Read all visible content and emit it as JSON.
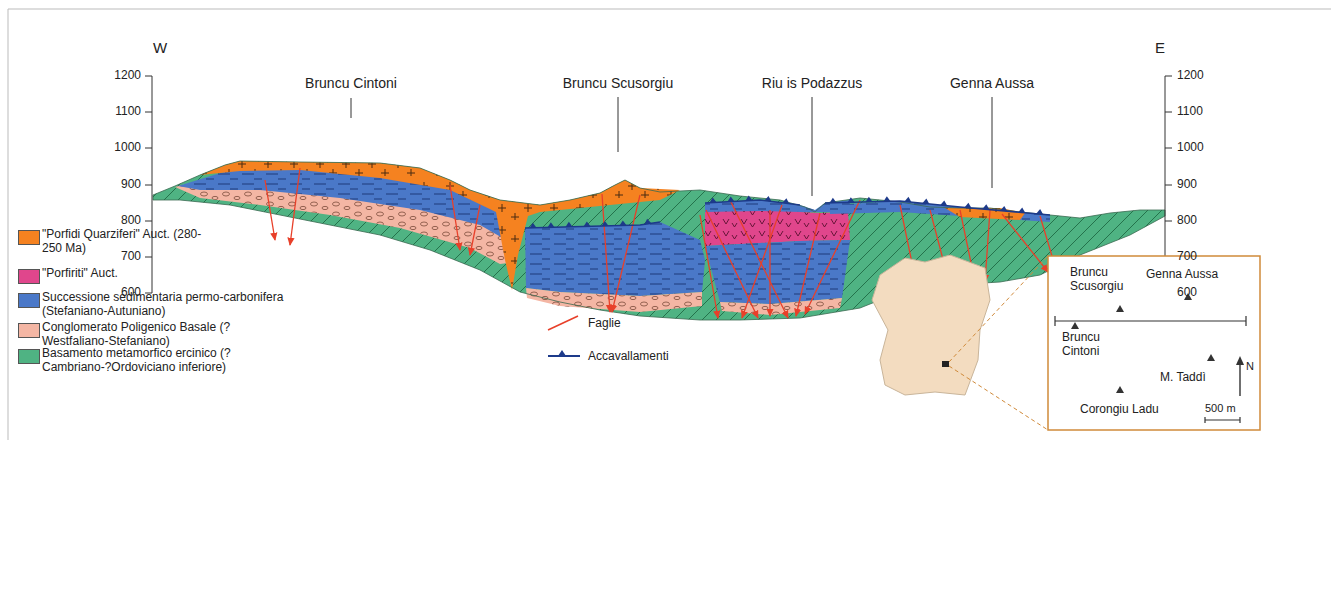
{
  "diagram": {
    "labels": [
      "W",
      "E",
      "1200",
      "1100",
      "1000",
      "900",
      "800",
      "700",
      "600",
      "1200",
      "1100",
      "1000",
      "900",
      "800",
      "700",
      "600",
      "Bruncu Cintoni",
      "Bruncu Scusorgiu",
      "Riu is Podazzus",
      "Genna Aussa",
      "Bruncu Scusorgiu",
      "Genna Aussa",
      "Bruncu Cintoni",
      "M. Taddì",
      "Corongiu Ladu",
      "500 m",
      "N"
    ],
    "legend": [
      {
        "text": "\"Porfidi Quarziferi\" Auct. (280-250 Ma)",
        "color": "#f58220"
      },
      {
        "text": "\"Porfiriti\" Auct.",
        "color": "#e0468c"
      },
      {
        "text": "Successione sedimentaria permo-carbonifera (Stefaniano-Autuniano)",
        "color": "#4a78c8"
      },
      {
        "text": "Conglomerato Poligenico Basale (?Westfaliano-Stefaniano)",
        "color": "#f4b6a4"
      },
      {
        "text": "Basamento metamorfico ercinico (?Cambriano-?Ordoviciano inferiore)",
        "color": "#4fb383"
      },
      {
        "text": "Faglie"
      },
      {
        "text": "Accavallamenti"
      }
    ]
  }
}
